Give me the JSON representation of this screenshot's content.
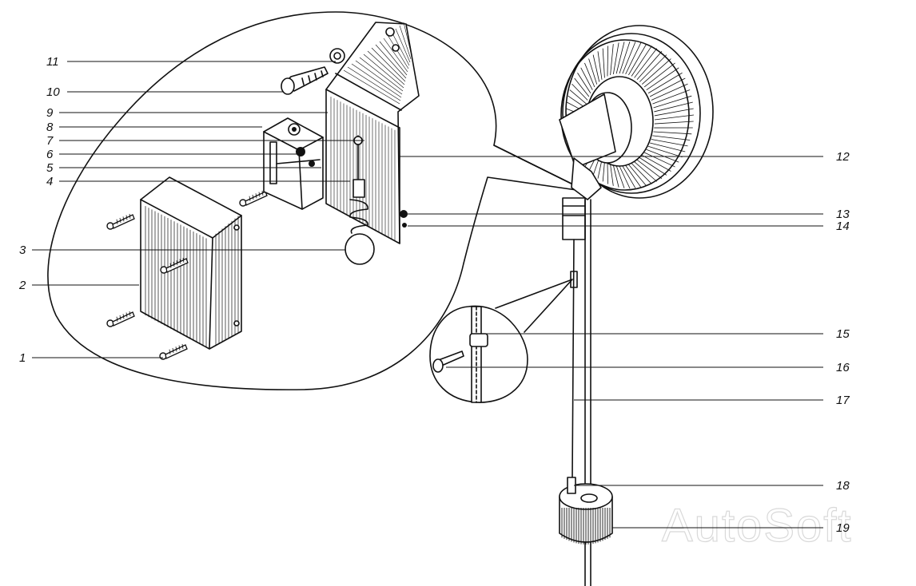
{
  "callouts": [
    {
      "id": "1",
      "label": "1"
    },
    {
      "id": "2",
      "label": "2"
    },
    {
      "id": "3",
      "label": "3"
    },
    {
      "id": "4",
      "label": "4"
    },
    {
      "id": "5",
      "label": "5"
    },
    {
      "id": "6",
      "label": "6"
    },
    {
      "id": "7",
      "label": "7"
    },
    {
      "id": "8",
      "label": "8"
    },
    {
      "id": "9",
      "label": "9"
    },
    {
      "id": "10",
      "label": "10"
    },
    {
      "id": "11",
      "label": "11"
    },
    {
      "id": "12",
      "label": "12"
    },
    {
      "id": "13",
      "label": "13"
    },
    {
      "id": "14",
      "label": "14"
    },
    {
      "id": "15",
      "label": "15"
    },
    {
      "id": "16",
      "label": "16"
    },
    {
      "id": "17",
      "label": "17"
    },
    {
      "id": "18",
      "label": "18"
    },
    {
      "id": "19",
      "label": "19"
    }
  ],
  "watermark": "AutoSoft",
  "colors": {
    "ink": "#111111",
    "paper": "#ffffff",
    "watermark": "#d9d9d9"
  }
}
